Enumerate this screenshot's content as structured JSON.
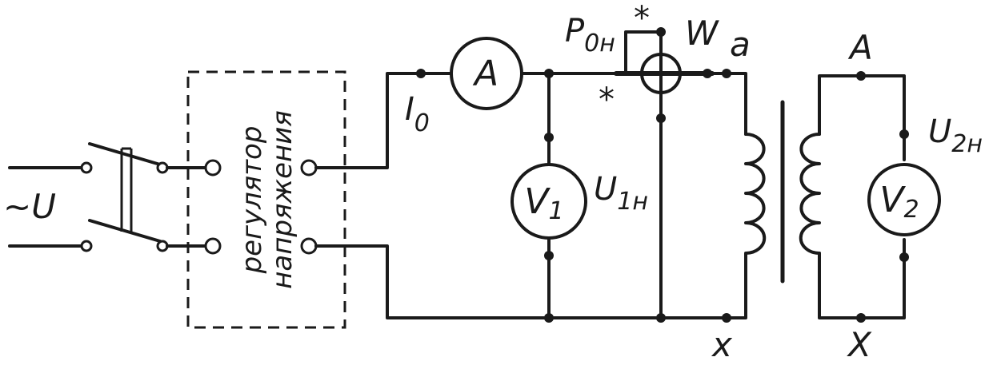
{
  "source": {
    "label": "~U"
  },
  "regulator": {
    "line1": "регулятор",
    "line2": "напряжения"
  },
  "ammeter": {
    "symbol": "A",
    "current_label": "I",
    "current_sub": "0"
  },
  "voltmeter1": {
    "symbol": "V",
    "sub": "1",
    "label": "U",
    "label_sub": "1н"
  },
  "wattmeter": {
    "symbol": "W",
    "label": "P",
    "label_sub": "0н",
    "star": "*"
  },
  "voltmeter2": {
    "symbol": "V",
    "sub": "2",
    "label": "U",
    "label_sub": "2н"
  },
  "terminals": {
    "primary_top": "a",
    "primary_bottom": "x",
    "secondary_top": "A",
    "secondary_bottom": "X"
  }
}
